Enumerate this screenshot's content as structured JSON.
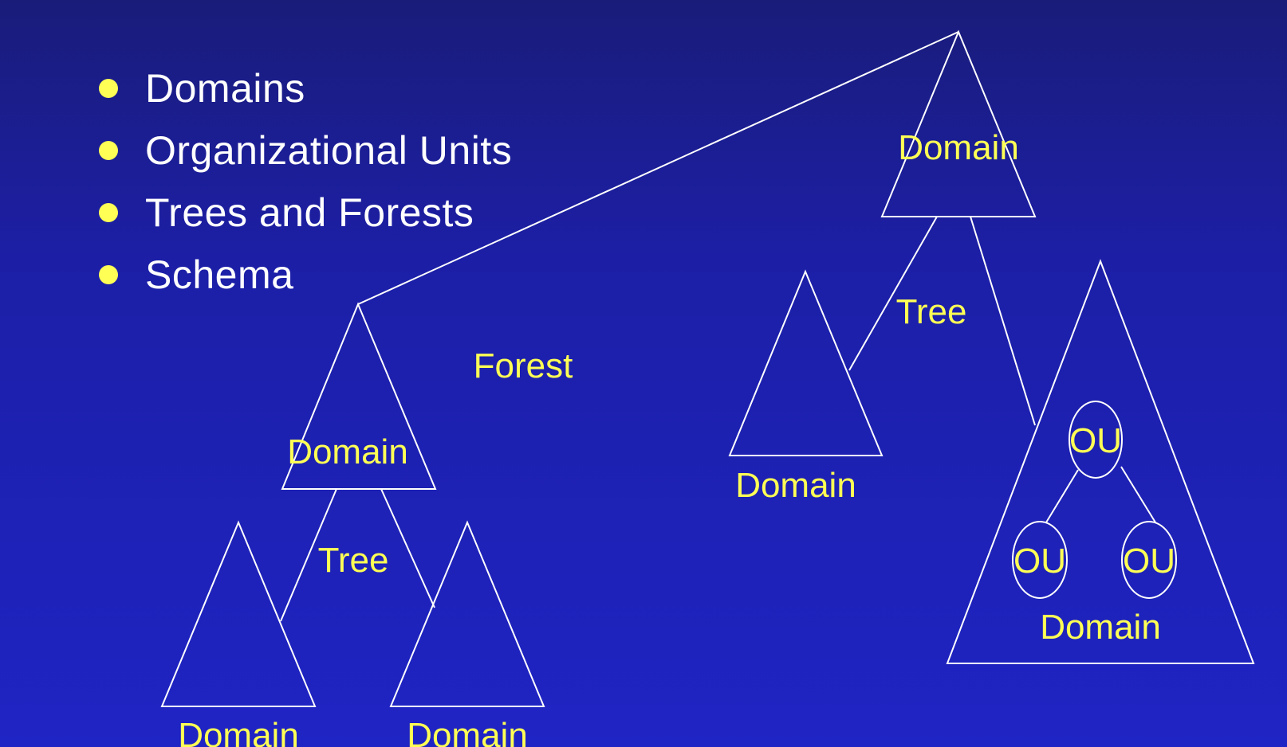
{
  "bullets": [
    "Domains",
    "Organizational Units",
    "Trees and Forests",
    "Schema"
  ],
  "diagram": {
    "forest_label": "Forest",
    "left_tree": {
      "tree_label": "Tree",
      "root_domain_label": "Domain",
      "child_left_domain_label": "Domain",
      "child_right_domain_label": "Domain"
    },
    "right_tree": {
      "tree_label": "Tree",
      "root_domain_label": "Domain",
      "child_left_domain_label": "Domain",
      "child_right_domain_label": "Domain",
      "ou_top_label": "OU",
      "ou_left_label": "OU",
      "ou_right_label": "OU"
    }
  },
  "colors": {
    "label": "#ffff55",
    "bullet": "#ffff55",
    "line": "#ffffff",
    "text": "#ffffff"
  }
}
